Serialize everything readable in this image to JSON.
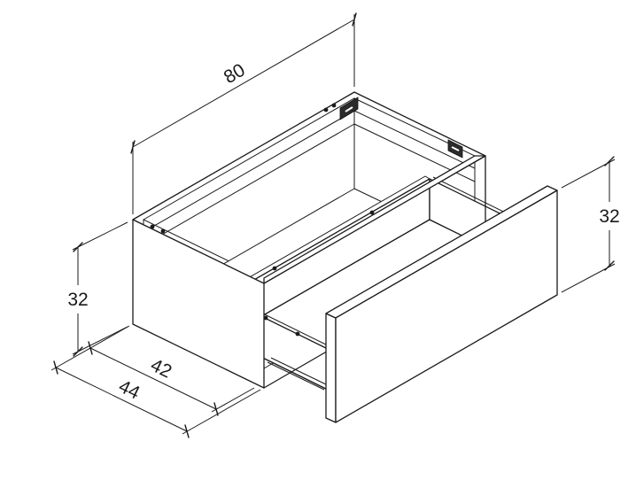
{
  "diagram": {
    "type": "technical-drawing",
    "description": "Isometric line drawing of a wall-hung vanity cabinet with an open pull-out drawer, annotated with dimensions",
    "line_color": "#1a1a1a",
    "background_color": "#ffffff",
    "dimensions": {
      "width": {
        "label": "80"
      },
      "cabinet_height": {
        "label": "32"
      },
      "drawer_front_height": {
        "label": "32"
      },
      "inner_depth": {
        "label": "42"
      },
      "total_depth": {
        "label": "44"
      }
    }
  }
}
